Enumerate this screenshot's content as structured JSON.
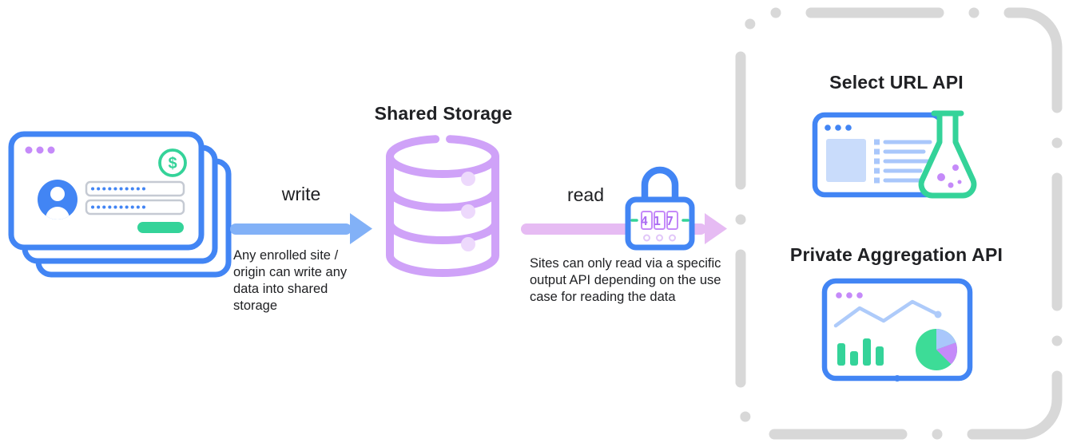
{
  "colors": {
    "blue": "#4285F4",
    "light_blue": "#A9C7FB",
    "arrow_blue": "#82B1F7",
    "purple": "#CFA2F8",
    "dot_purple": "#C58AF9",
    "arrow_pink": "#E6BBF3",
    "green": "#34D399",
    "dashed_gray": "#D8D8D8",
    "text": "#202124"
  },
  "diagram": {
    "flow": {
      "write_label": "write",
      "write_caption": "Any enrolled site / origin can write any data into shared storage",
      "read_label": "read",
      "read_caption": "Sites can only read via a specific output API depending on the use case for reading the data"
    },
    "storage": {
      "title": "Shared Storage"
    },
    "lock": {
      "code": "417"
    },
    "enrolled_card": {
      "currency_symbol": "$"
    },
    "output_apis": {
      "select_url": {
        "title": "Select URL API"
      },
      "private_aggregation": {
        "title": "Private Aggregation API"
      }
    }
  },
  "icons": {
    "enrolled-sites-icon": "stacked browser windows with sign-in form",
    "write-arrow-icon": "blue right arrow",
    "database-icon": "purple database cylinder",
    "read-arrow-icon": "pink right arrow",
    "combination-lock-icon": "lock with numeric code dial",
    "select-url-icon": "browser window with experiment flask",
    "private-aggregation-icon": "dashboard with bar, line and pie charts",
    "output-gate-boundary": "gray dashed rounded border"
  }
}
